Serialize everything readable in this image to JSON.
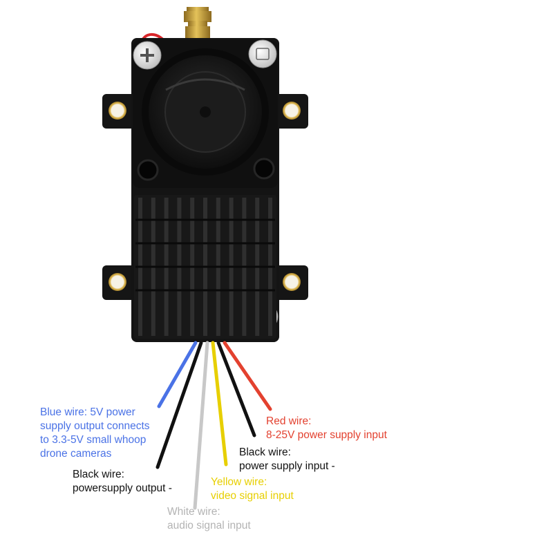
{
  "colors": {
    "blue": "#4a72e6",
    "red": "#e3412f",
    "black": "#111111",
    "yellow": "#e7cf00",
    "white_wire": "#c8c8c8",
    "white_text": "#b3b3b3",
    "housing": "#141414",
    "brass": "#c9a23a"
  },
  "device": {
    "connector_icon": "sma-connector-icon",
    "fan_icon": "cooling-fan-icon",
    "heatsink_icon": "heatsink-icon",
    "screw_icon": "screw-icon",
    "mount_hole_icon": "mounting-hole-icon"
  },
  "labels": {
    "blue": {
      "lines": [
        "Blue wire: 5V power",
        "supply output connects",
        "to 3.3-5V small whoop",
        "drone cameras"
      ]
    },
    "black_out": {
      "lines": [
        "Black wire:",
        "powersupply output -"
      ]
    },
    "red": {
      "lines": [
        "Red wire:",
        "8-25V power supply input"
      ]
    },
    "black_in": {
      "lines": [
        "Black wire:",
        "power supply input -"
      ]
    },
    "yellow": {
      "lines": [
        "Yellow wire:",
        "video signal input"
      ]
    },
    "white": {
      "lines": [
        "White wire:",
        "audio signal input"
      ]
    }
  }
}
